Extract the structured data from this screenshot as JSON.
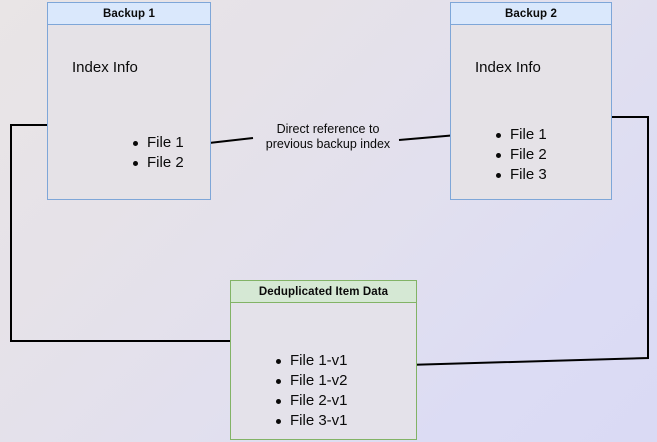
{
  "diagram": {
    "title_hidden": "Backup deduplication reference diagram",
    "background": {
      "color_start": "#e9e5e6",
      "color_end": "#dadaf4"
    },
    "nodes": [
      {
        "id": "backup1",
        "header": "Backup 1",
        "body_label": "Index Info",
        "items": [
          "File 1",
          "File 2"
        ],
        "border_color": "#7ea6d8",
        "header_color": "#dae8fc"
      },
      {
        "id": "backup2",
        "header": "Backup 2",
        "body_label": "Index Info",
        "items": [
          "File 1",
          "File 2",
          "File 3"
        ],
        "border_color": "#7ea6d8",
        "header_color": "#dae8fc"
      },
      {
        "id": "dedup",
        "header": "Deduplicated Item Data",
        "body_label": "",
        "items": [
          "File 1-v1",
          "File 1-v2",
          "File 2-v1",
          "File 3-v1"
        ],
        "border_color": "#82b366",
        "header_color": "#d5e8d4"
      }
    ],
    "edges": [
      {
        "id": "direct-reference",
        "label_line1": "Direct reference to",
        "label_line2": "previous backup index",
        "from": "Backup 2 File 2",
        "to": "Backup 1 File 2",
        "color": "#000000"
      },
      {
        "id": "backup1-to-dedup",
        "label_line1": "",
        "label_line2": "",
        "from": "Backup 1 File 1",
        "to": "Deduplicated File 1-v1",
        "color": "#000000"
      },
      {
        "id": "backup2-to-dedup",
        "label_line1": "",
        "label_line2": "",
        "from": "Backup 2 File 1",
        "to": "Deduplicated File 1-v2",
        "color": "#000000"
      }
    ]
  }
}
